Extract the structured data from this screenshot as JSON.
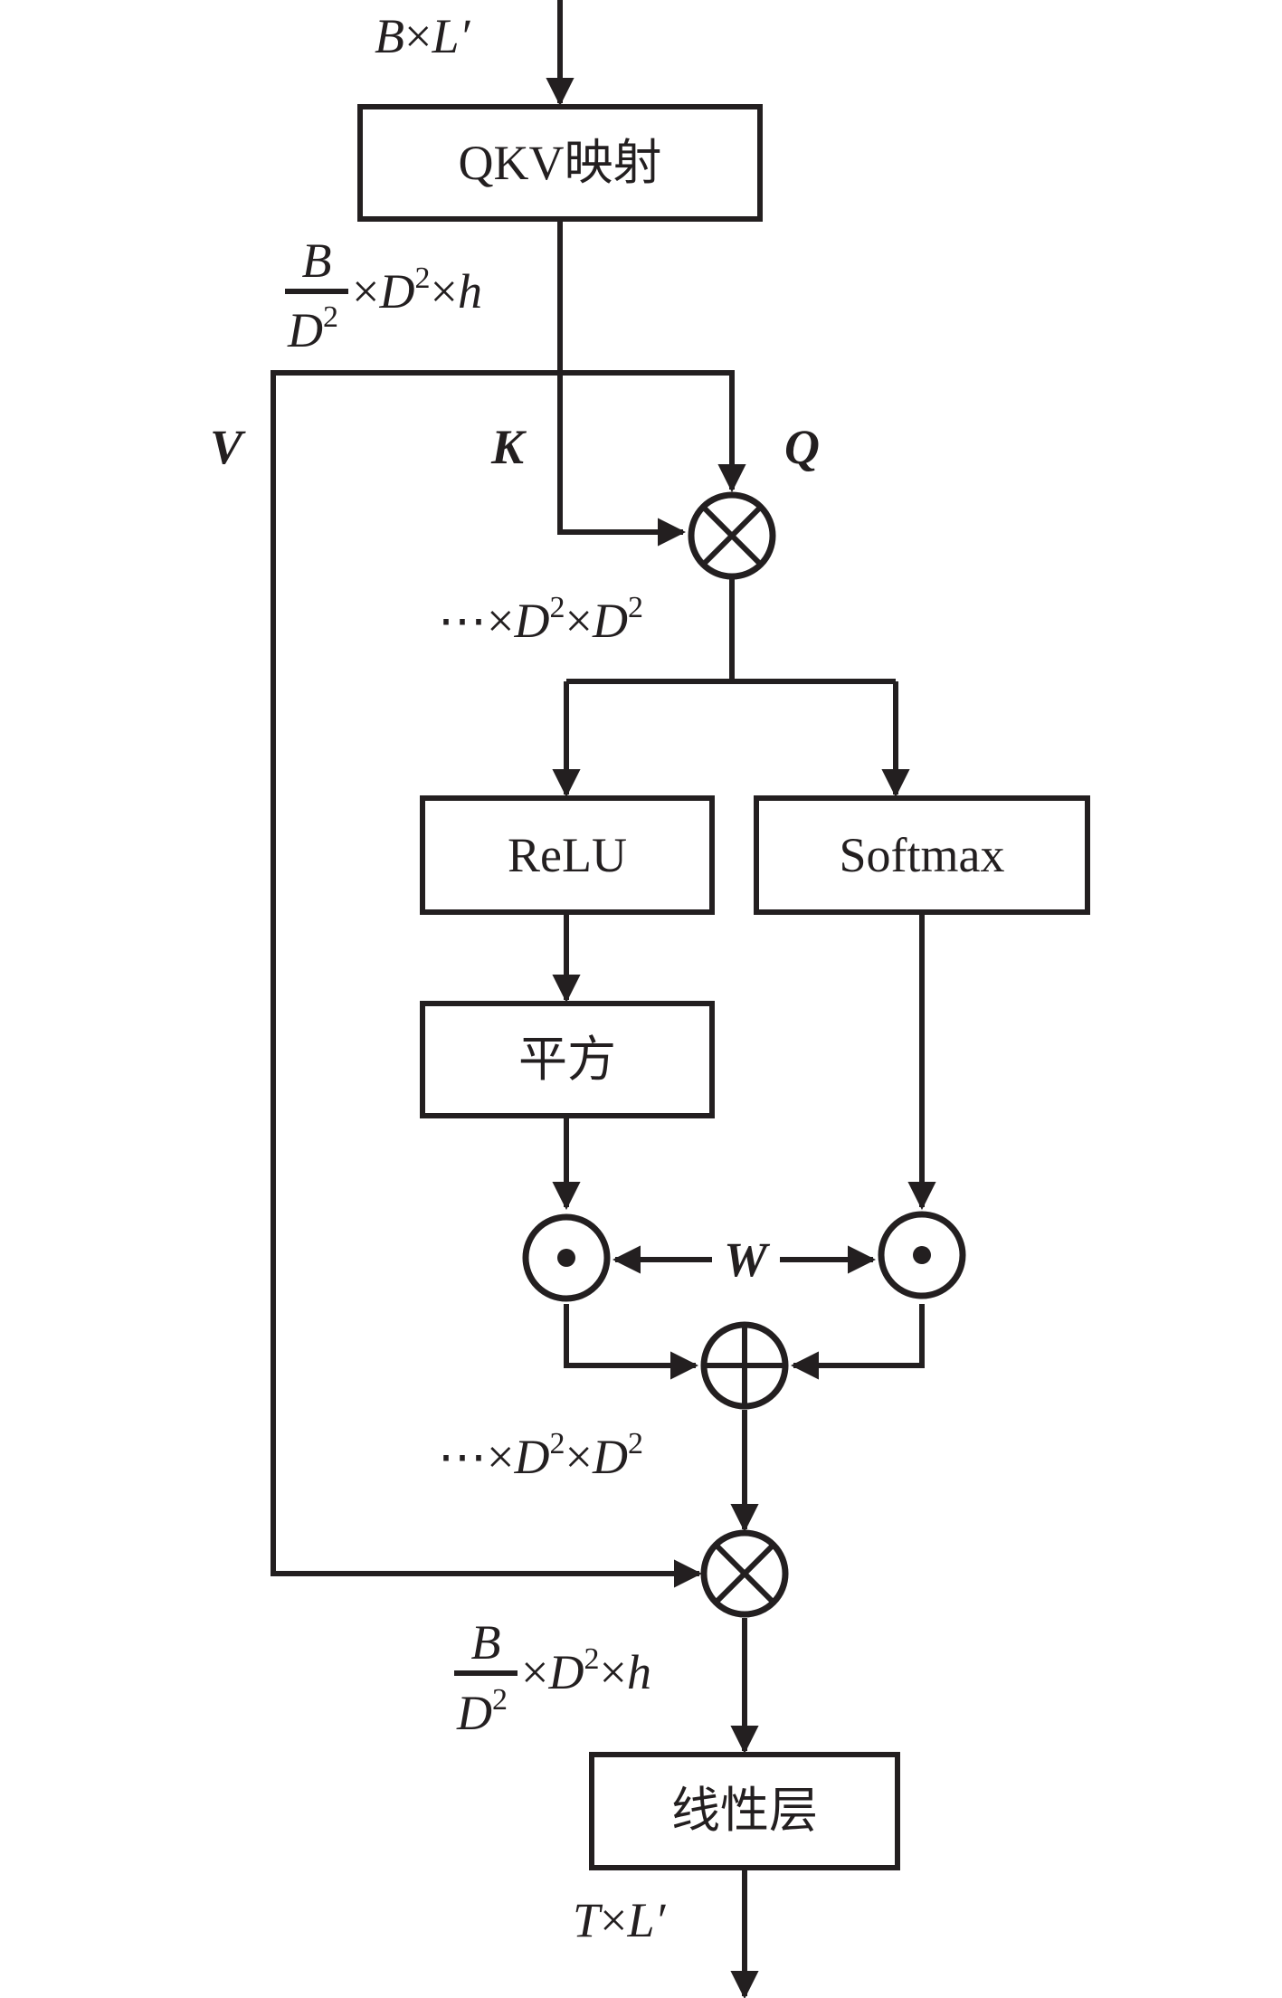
{
  "boxes": {
    "qkv": "QKV映射",
    "relu": "ReLU",
    "softmax": "Softmax",
    "square": "平方",
    "linear": "线性层"
  },
  "labels": {
    "input_b": "B",
    "input_times": "×",
    "input_l": "L′",
    "frac1_num": "B",
    "frac1_den": "D",
    "frac1_den_sup": "2",
    "frac1_rest_times1": "×",
    "frac1_rest_d": "D",
    "frac1_rest_sup": "2",
    "frac1_rest_times2": "×",
    "frac1_rest_h": "h",
    "v": "V",
    "k": "K",
    "q": "Q",
    "dims1_dots": "⋯",
    "dims1_times1": "×",
    "dims1_d1": "D",
    "dims1_sup1": "2",
    "dims1_times2": "×",
    "dims1_d2": "D",
    "dims1_sup2": "2",
    "w": "W",
    "dims2_dots": "⋯",
    "dims2_times1": "×",
    "dims2_d1": "D",
    "dims2_sup1": "2",
    "dims2_times2": "×",
    "dims2_d2": "D",
    "dims2_sup2": "2",
    "frac2_num": "B",
    "frac2_den": "D",
    "frac2_den_sup": "2",
    "frac2_rest_times1": "×",
    "frac2_rest_d": "D",
    "frac2_rest_sup": "2",
    "frac2_rest_times2": "×",
    "frac2_rest_h": "h",
    "out_t": "T",
    "out_times": "×",
    "out_l": "L′"
  },
  "colors": {
    "ink": "#231f20",
    "background": "#ffffff"
  }
}
